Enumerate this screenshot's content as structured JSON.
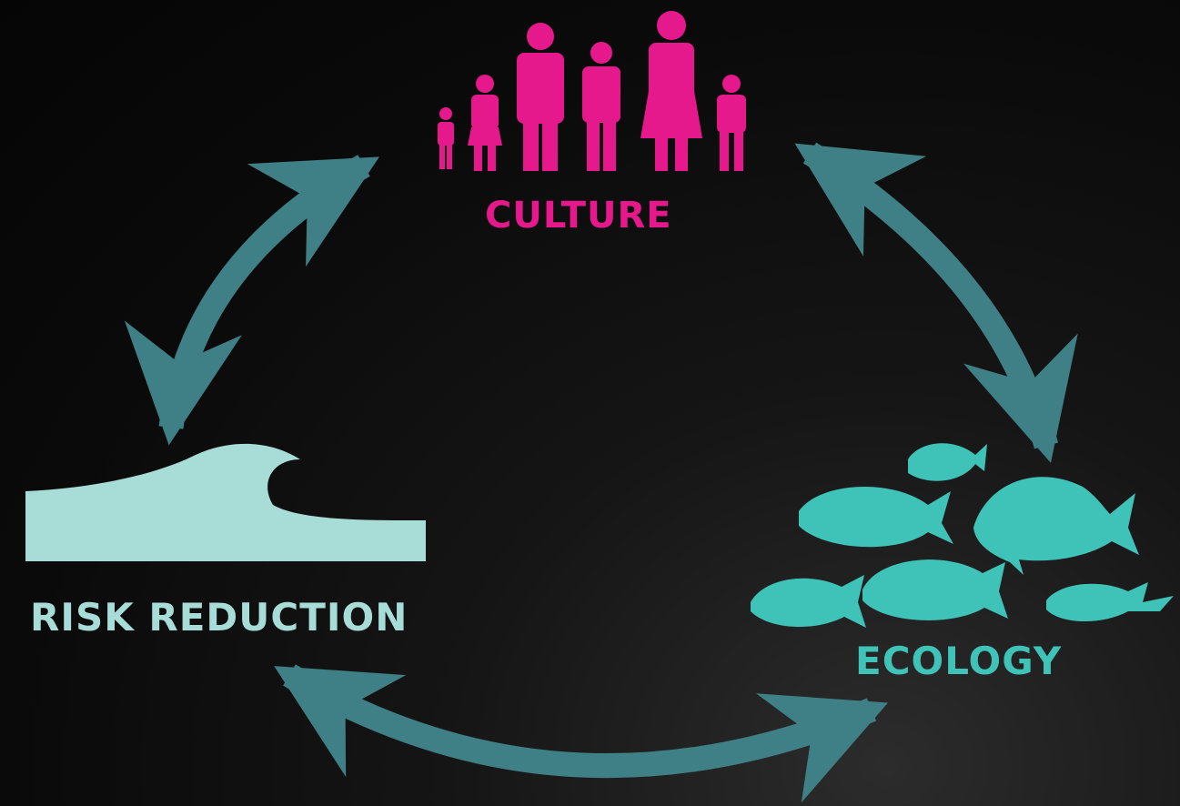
{
  "nodes": {
    "culture": {
      "label": "CULTURE",
      "color": "#e6198c",
      "icon": "people-family-icon"
    },
    "risk_reduction": {
      "label": "RISK REDUCTION",
      "color": "#a7dcd7",
      "icon": "ocean-wave-icon"
    },
    "ecology": {
      "label": "ECOLOGY",
      "color": "#3fc3b9",
      "icon": "fish-school-icon"
    }
  },
  "arrows": {
    "color": "#3f7f86",
    "links": [
      {
        "from": "culture",
        "to": "risk_reduction",
        "type": "bidirectional"
      },
      {
        "from": "culture",
        "to": "ecology",
        "type": "bidirectional"
      },
      {
        "from": "risk_reduction",
        "to": "ecology",
        "type": "bidirectional"
      }
    ]
  },
  "colors": {
    "background": "#0b0b0b"
  }
}
